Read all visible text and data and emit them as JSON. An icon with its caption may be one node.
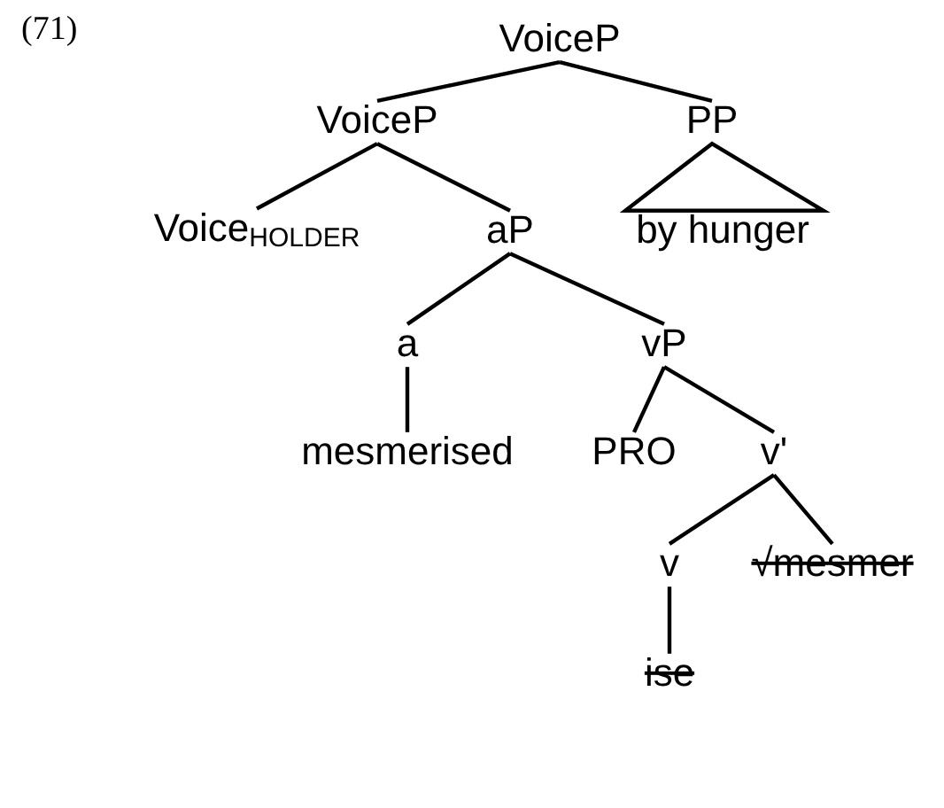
{
  "diagram": {
    "nodes": [
      {
        "text": [
          "VoiceP"
        ]
      },
      {
        "text": [
          "VoiceP"
        ]
      },
      {
        "text": [
          "PP"
        ]
      },
      {
        "text": [
          "Voice$_{HOLDER}$"
        ]
      },
      {
        "text": [
          "aP"
        ]
      },
      {
        "text": [
          "by hunger"
        ]
      },
      {
        "text": [
          "a"
        ]
      },
      {
        "text": [
          "vP"
        ]
      },
      {
        "text": [
          "mesmerised"
        ]
      },
      {
        "text": [
          "PRO"
        ]
      },
      {
        "text": [
          "v'"
        ]
      },
      {
        "text": [
          "v"
        ]
      },
      {
        "text": [
          "√mesmer"
        ]
      },
      {
        "text": [
          "ise"
        ]
      }
    ],
    "edges": [
      {
        "from": 0,
        "to": 1,
        "arrow": "none"
      },
      {
        "from": 0,
        "to": 2,
        "arrow": "none"
      },
      {
        "from": 1,
        "to": 3,
        "arrow": "none"
      },
      {
        "from": 1,
        "to": 4,
        "arrow": "none"
      },
      {
        "from": 2,
        "to": 5,
        "arrow": "none"
      },
      {
        "from": 4,
        "to": 6,
        "arrow": "none"
      },
      {
        "from": 4,
        "to": 7,
        "arrow": "none"
      },
      {
        "from": 6,
        "to": 8,
        "arrow": "none"
      },
      {
        "from": 7,
        "to": 9,
        "arrow": "none"
      },
      {
        "from": 7,
        "to": 10,
        "arrow": "none"
      },
      {
        "from": 10,
        "to": 11,
        "arrow": "none"
      },
      {
        "from": 10,
        "to": 12,
        "arrow": "none"
      },
      {
        "from": 11,
        "to": 13,
        "arrow": "none"
      }
    ],
    "labels": [
      "(71)"
    ]
  }
}
